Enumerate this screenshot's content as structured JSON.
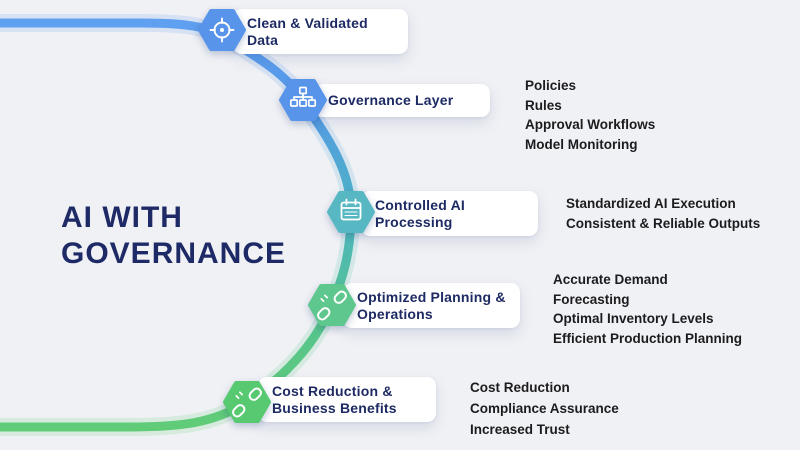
{
  "colors": {
    "background": "#f0f1f5",
    "card_background": "#ffffff",
    "card_text_navy": "#1d2a63",
    "detail_text": "#1c1c1e"
  },
  "title": {
    "line1": "AI WITH",
    "line2": "GOVERNANCE",
    "color": "#1e2a66"
  },
  "path_gradient": [
    "#63a2f2",
    "#5598e8",
    "#4db3c4",
    "#55c48f",
    "#63cd72"
  ],
  "milestones": [
    {
      "label": "Clean & Validated Data",
      "icon": "target-icon",
      "hex_color": "#5894e9",
      "details": []
    },
    {
      "label": "Governance Layer",
      "icon": "sitemap-icon",
      "hex_color": "#5894e9",
      "details": [
        "Policies",
        "Rules",
        "Approval Workflows",
        "Model Monitoring"
      ]
    },
    {
      "label": "Controlled AI Processing",
      "icon": "calendar-icon",
      "hex_color": "#57b7c2",
      "details": [
        "Standardized AI Execution",
        "Consistent & Reliable Outputs"
      ]
    },
    {
      "label": "Optimized Planning & Operations",
      "icon": "broken-link-icon",
      "hex_color": "#5ec78e",
      "details": [
        "Accurate Demand",
        "Forecasting",
        "Optimal Inventory Levels",
        "Efficient Production Planning"
      ]
    },
    {
      "label": "Cost Reduction & Business Benefits",
      "icon": "broken-link-icon",
      "hex_color": "#57ca71",
      "details": [
        "Cost Reduction",
        "Compliance Assurance",
        "Increased Trust"
      ]
    }
  ]
}
